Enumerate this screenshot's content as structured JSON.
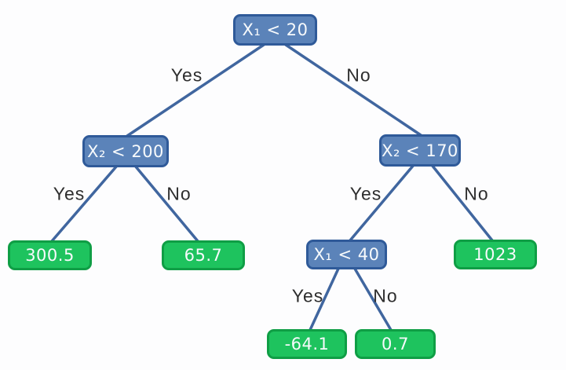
{
  "colors": {
    "background": "#fdfdfe",
    "decision_fill": "#5b83b9",
    "decision_border": "#2f5a99",
    "leaf_fill": "#1ec35e",
    "leaf_border": "#0f9e45",
    "edge_line": "#40669f",
    "edge_label_text": "#2e2e2e",
    "node_text": "#f7fafc"
  },
  "tree": {
    "type": "decision-tree",
    "nodes": [
      {
        "id": "root",
        "type": "decision",
        "label": "X₁ < 20"
      },
      {
        "id": "left",
        "type": "decision",
        "label": "X₂ < 200"
      },
      {
        "id": "right",
        "type": "decision",
        "label": "X₂ < 170"
      },
      {
        "id": "leaf-300-5",
        "type": "leaf",
        "label": "300.5"
      },
      {
        "id": "leaf-65-7",
        "type": "leaf",
        "label": "65.7"
      },
      {
        "id": "right-left",
        "type": "decision",
        "label": "X₁ < 40"
      },
      {
        "id": "leaf-1023",
        "type": "leaf",
        "label": "1023"
      },
      {
        "id": "leaf-neg64",
        "type": "leaf",
        "label": "-64.1"
      },
      {
        "id": "leaf-0-7",
        "type": "leaf",
        "label": "0.7"
      }
    ],
    "edges": [
      {
        "from": "root",
        "to": "left",
        "label": "Yes"
      },
      {
        "from": "root",
        "to": "right",
        "label": "No"
      },
      {
        "from": "left",
        "to": "leaf-300-5",
        "label": "Yes"
      },
      {
        "from": "left",
        "to": "leaf-65-7",
        "label": "No"
      },
      {
        "from": "right",
        "to": "right-left",
        "label": "Yes"
      },
      {
        "from": "right",
        "to": "leaf-1023",
        "label": "No"
      },
      {
        "from": "right-left",
        "to": "leaf-neg64",
        "label": "Yes"
      },
      {
        "from": "right-left",
        "to": "leaf-0-7",
        "label": "No"
      }
    ]
  }
}
